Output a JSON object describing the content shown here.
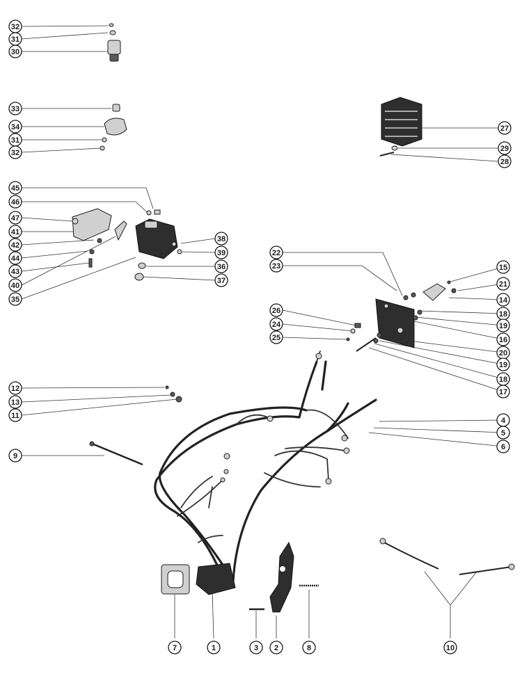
{
  "callouts": [
    {
      "label": "32"
    },
    {
      "label": "31"
    },
    {
      "label": "30"
    },
    {
      "label": "33"
    },
    {
      "label": "34"
    },
    {
      "label": "31"
    },
    {
      "label": "32"
    },
    {
      "label": "27"
    },
    {
      "label": "29"
    },
    {
      "label": "28"
    },
    {
      "label": "45"
    },
    {
      "label": "46"
    },
    {
      "label": "47"
    },
    {
      "label": "41"
    },
    {
      "label": "42"
    },
    {
      "label": "44"
    },
    {
      "label": "43"
    },
    {
      "label": "40"
    },
    {
      "label": "35"
    },
    {
      "label": "38"
    },
    {
      "label": "39"
    },
    {
      "label": "36"
    },
    {
      "label": "37"
    },
    {
      "label": "22"
    },
    {
      "label": "23"
    },
    {
      "label": "15"
    },
    {
      "label": "21"
    },
    {
      "label": "14"
    },
    {
      "label": "18"
    },
    {
      "label": "19"
    },
    {
      "label": "16"
    },
    {
      "label": "20"
    },
    {
      "label": "19"
    },
    {
      "label": "18"
    },
    {
      "label": "17"
    },
    {
      "label": "26"
    },
    {
      "label": "24"
    },
    {
      "label": "25"
    },
    {
      "label": "12"
    },
    {
      "label": "13"
    },
    {
      "label": "11"
    },
    {
      "label": "4"
    },
    {
      "label": "5"
    },
    {
      "label": "6"
    },
    {
      "label": "9"
    },
    {
      "label": "7"
    },
    {
      "label": "1"
    },
    {
      "label": "3"
    },
    {
      "label": "2"
    },
    {
      "label": "8"
    },
    {
      "label": "10"
    }
  ]
}
